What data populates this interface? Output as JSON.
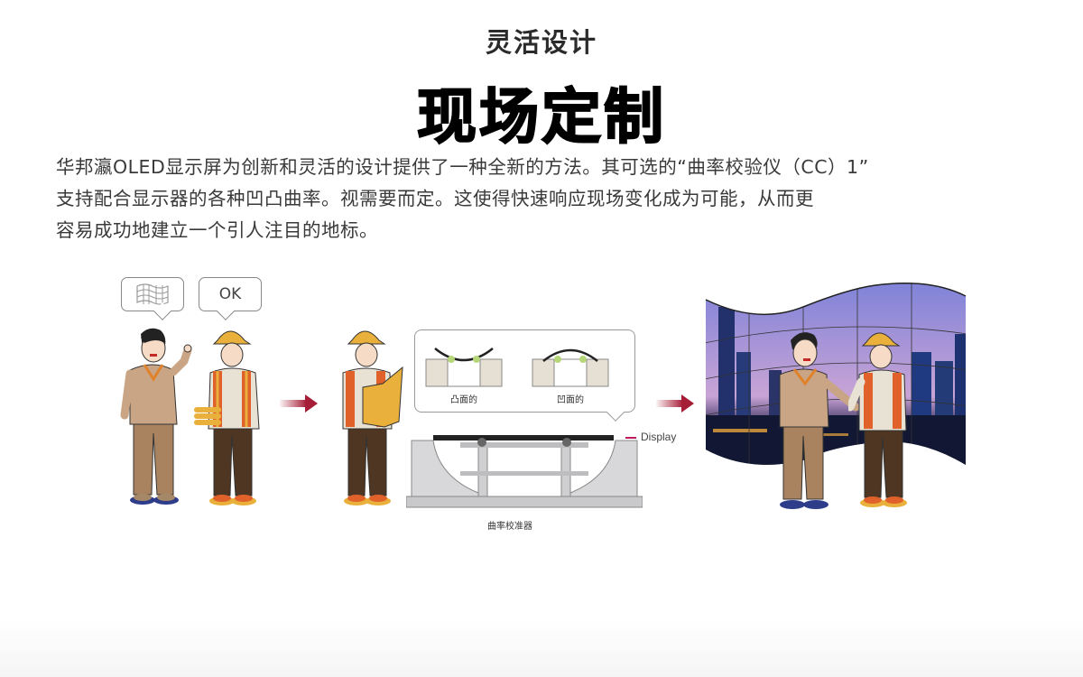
{
  "header": {
    "subtitle": "灵活设计",
    "title": "现场定制"
  },
  "description": {
    "lines": [
      "华邦瀛OLED显示屏为创新和灵活的设计提供了一种全新的方法。其可选的“曲率校验仪（CC）1”",
      "支持配合显示器的各种凹凸曲率。视需要而定。这使得快速响应现场变化成为可能，从而更",
      "容易成功地建立一个引人注目的地标。"
    ]
  },
  "illustration": {
    "bubble_left_icon": "curved-grid-icon",
    "bubble_right_text": "OK",
    "callout": {
      "convex_label": "凸面的",
      "concave_label": "凹面的"
    },
    "display_label": "Display",
    "calibrator_label": "曲率校准器",
    "colors": {
      "arrow": "#a51d36",
      "helmet": "#e9b13b",
      "vest": "#e0622a",
      "sweater": "#c9a585",
      "trousers": "#5a3e28",
      "sky_top": "#7d82d8",
      "sky_bottom": "#c9a4d6"
    }
  }
}
